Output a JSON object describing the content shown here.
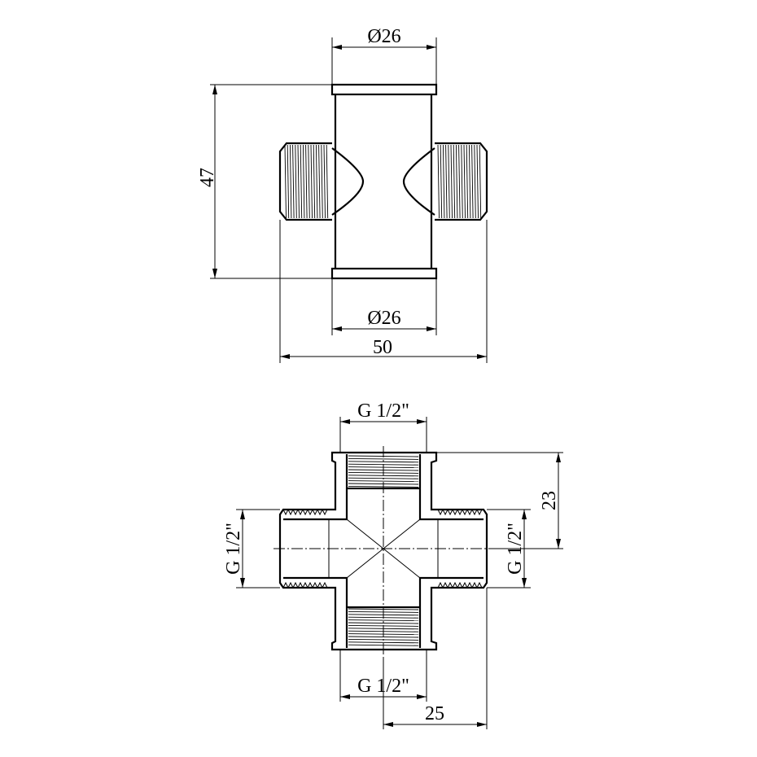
{
  "top_view": {
    "dim_top_diameter": "Ø26",
    "dim_bottom_diameter": "Ø26",
    "dim_height": "47",
    "dim_width": "50"
  },
  "section_view": {
    "dim_top_thread": "G 1/2\"",
    "dim_bottom_thread": "G 1/2\"",
    "dim_left_thread": "G 1/2\"",
    "dim_right_thread": "G 1/2\"",
    "dim_half_height": "23",
    "dim_half_width": "25"
  }
}
